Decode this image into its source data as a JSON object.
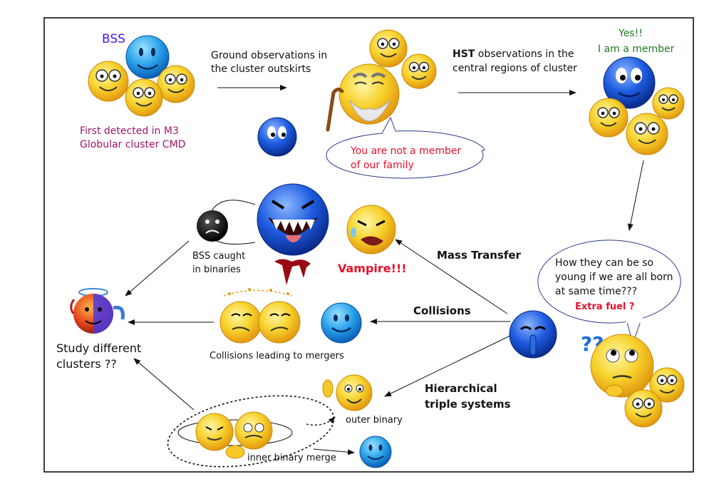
{
  "labels": {
    "bss": "BSS",
    "first_detected_1": "First detected in M3",
    "first_detected_2": "Globular cluster CMD",
    "ground_obs_1": "Ground observations in",
    "ground_obs_2": "the cluster outskirts",
    "hst_bold": "HST",
    "hst_rest_1": " observations in the",
    "hst_rest_2": "central regions of cluster",
    "yes": "Yes!!",
    "member": "I am a member",
    "not_member_1": "You are not a member",
    "not_member_2": "of our family",
    "how_young_1": "How they can be so",
    "how_young_2": "young if we are all born",
    "how_young_3": "at same time???",
    "extra_fuel": "Extra fuel ?",
    "bss_caught_1": "BSS caught",
    "bss_caught_2": "in binaries",
    "vampire": "Vampire!!!",
    "mass_transfer": "Mass Transfer",
    "collisions": "Collisions",
    "collisions_mergers": "Collisions leading to mergers",
    "study_1": "Study different",
    "study_2": "clusters ??",
    "hierarchical_1": "Hierarchical",
    "hierarchical_2": "triple systems",
    "outer_binary": "outer binary",
    "inner_binary": "inner binary merge",
    "question_marks": "??"
  },
  "colors": {
    "bss_blue": "#4a16d6",
    "magenta": "#a0166b",
    "green": "#1e7a1e",
    "red": "#e8102a",
    "yellow_face": "#f7c928",
    "blue_face": "#2a8de0"
  }
}
